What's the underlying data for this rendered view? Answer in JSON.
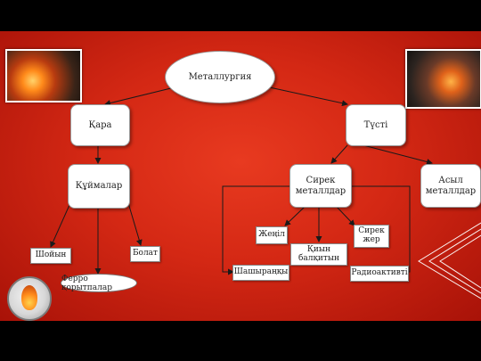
{
  "root": "Металлургия",
  "black": "Қара",
  "nonferrous": "Түсті",
  "castings": "Құймалар",
  "rare_metals": "Сирек металлдар",
  "precious_metals": "Асыл металлдар",
  "cast_iron": "Шойын",
  "steel": "Болат",
  "ferroalloys": "Ферро қорытпалар",
  "light": "Жеңіл",
  "rare_earth": "Сирек жер",
  "refractory": "Қиын балқитын",
  "dispersed": "Шашыраңқы",
  "radioactive": "Радиоактивті",
  "colors": {
    "background": "#d42814",
    "box": "#ffffff",
    "line": "#1a1a1a"
  }
}
